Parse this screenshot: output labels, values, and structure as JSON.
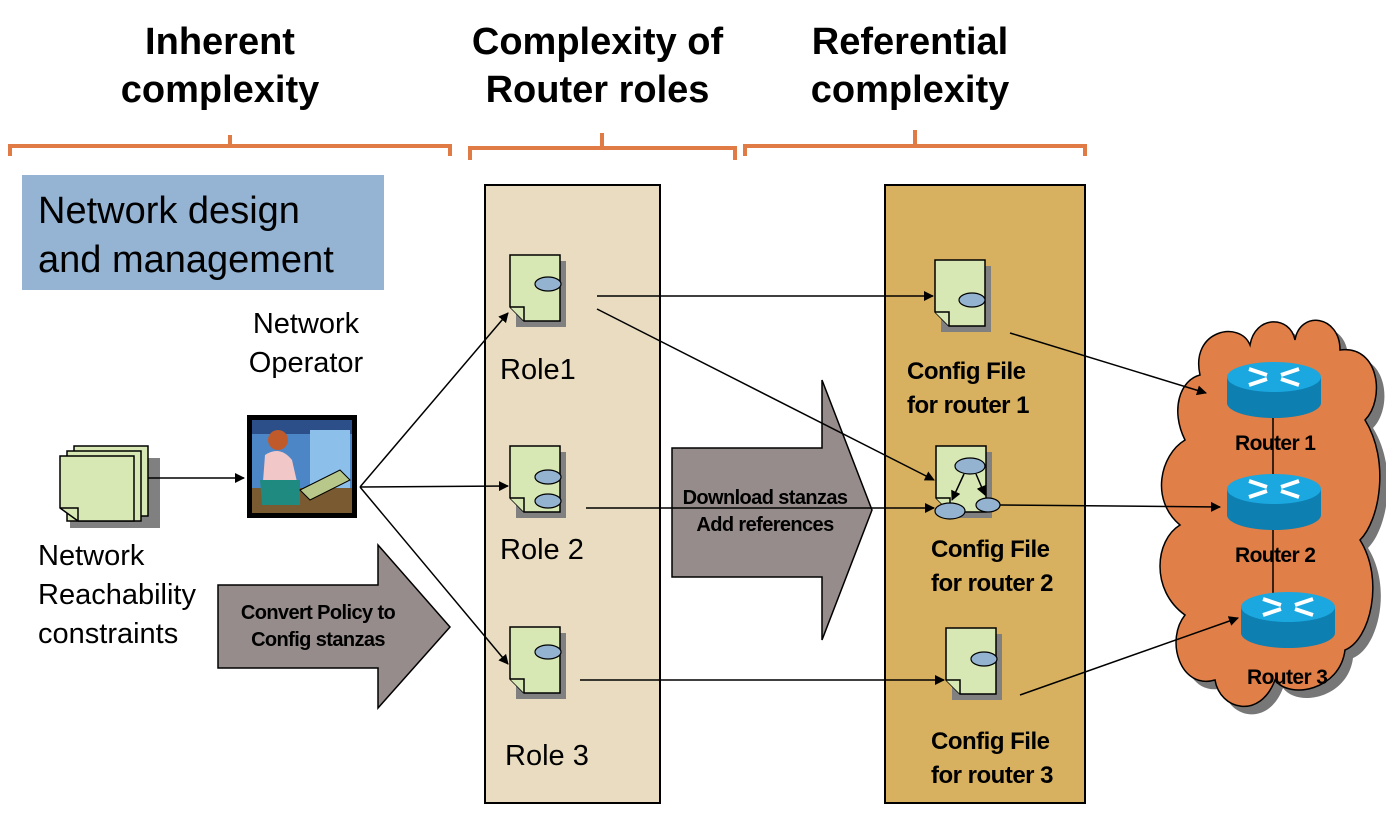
{
  "headers": {
    "inherent": "Inherent\ncomplexity",
    "roles": "Complexity of\nRouter roles",
    "referential": "Referential\ncomplexity"
  },
  "design_box": {
    "line1": "Network design",
    "line2": "and management"
  },
  "operator": {
    "line1": "Network",
    "line2": "Operator"
  },
  "constraints": {
    "line1": "Network",
    "line2": "Reachability",
    "line3": "constraints"
  },
  "convert_arrow": {
    "line1": "Convert Policy to",
    "line2": "Config stanzas"
  },
  "download_arrow": {
    "line1": "Download stanzas",
    "line2": "Add references"
  },
  "roles": [
    {
      "label": "Role1"
    },
    {
      "label": "Role 2"
    },
    {
      "label": "Role 3"
    }
  ],
  "configs": [
    {
      "line1": "Config File",
      "line2": "for router 1"
    },
    {
      "line1": "Config File",
      "line2": "for router 2"
    },
    {
      "line1": "Config File",
      "line2": "for router 3"
    }
  ],
  "routers": [
    {
      "label": "Router 1"
    },
    {
      "label": "Router 2"
    },
    {
      "label": "Router 3"
    }
  ],
  "colors": {
    "bracket": "#e07b45",
    "design_box": "#95b3d3",
    "roles_panel": "#e9dcc0",
    "configs_panel": "#d7b15f",
    "document": "#d8e8b4",
    "ellipse": "#93b3d0",
    "block_arrow": "#958c8b",
    "cloud": "#e07f48",
    "router_top": "#1ba7e0",
    "router_side": "#0d7fb0"
  }
}
